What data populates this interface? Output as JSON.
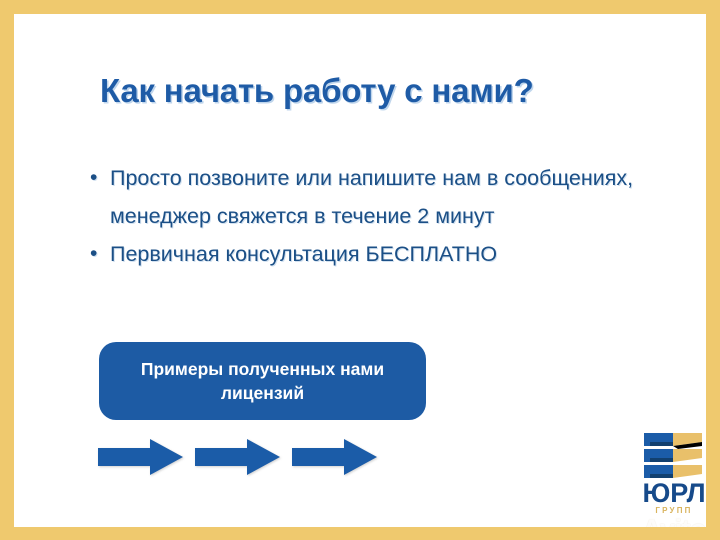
{
  "slide": {
    "title": "Как начать работу с нами?",
    "bullets": [
      "Просто позвоните или напишите нам в сообщениях, менеджер свяжется в течение 2 минут",
      "Первичная консультация БЕСПЛАТНО"
    ],
    "cta": {
      "label": "Примеры полученных нами лицензий"
    },
    "arrows": {
      "count": 3,
      "icon": "arrow-right-icon"
    }
  },
  "logo": {
    "mark_icon": "chevron-stack-icon",
    "wordmark": "ЮРЛ",
    "subtext": "ГРУПП"
  },
  "watermark": {
    "icon": "avito-dots-icon",
    "text": "Avito"
  },
  "colors": {
    "frame_gold": "#efc96e",
    "slide_background": "#ffffff",
    "title_blue": "#1e5ba6",
    "body_blue": "#1b4f86",
    "button_blue": "#1d5ba4",
    "arrow_blue": "#1b5ca8",
    "logo_blue": "#164a8a",
    "logo_gold": "#e9c06a"
  }
}
